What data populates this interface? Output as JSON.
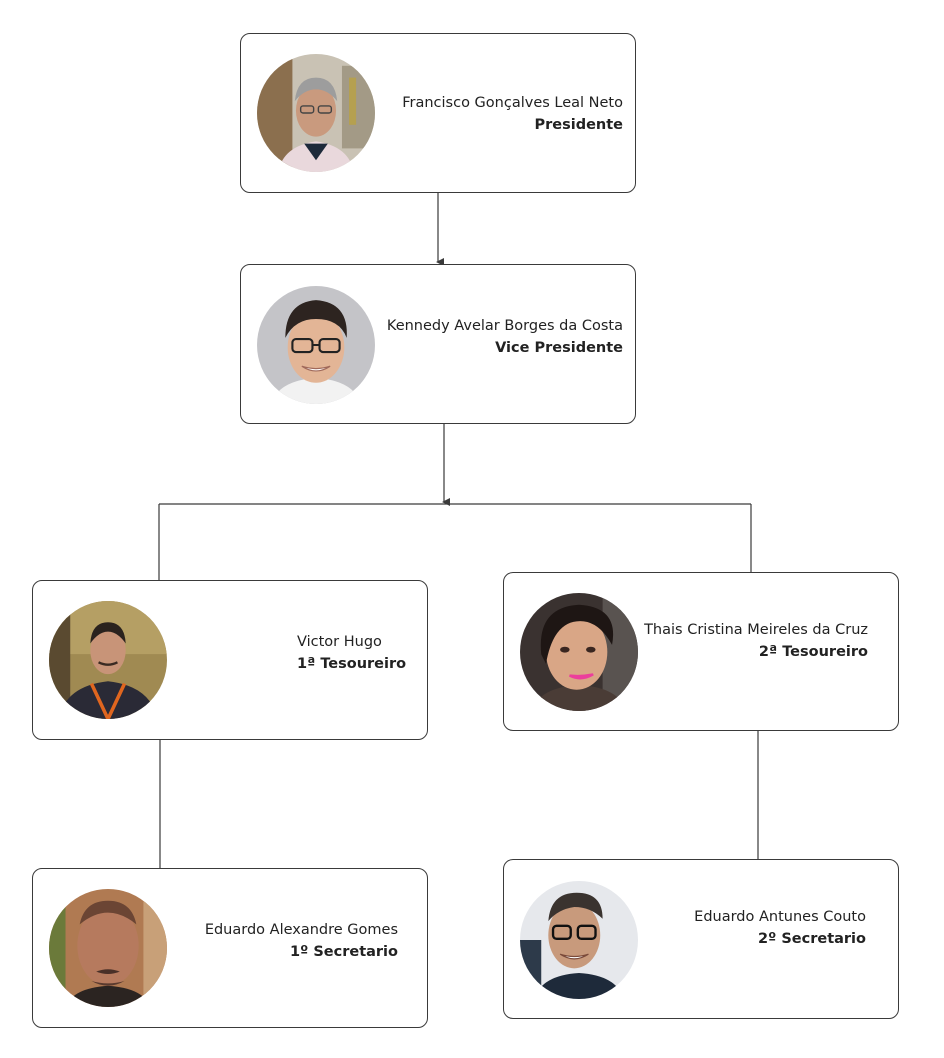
{
  "colors": {
    "border": "#3a3a3a",
    "connector": "#3a3a3a",
    "text": "#222222"
  },
  "members": [
    {
      "name": "Francisco Gonçalves Leal Neto",
      "role": "Presidente",
      "avatar": "photo-icon"
    },
    {
      "name": "Kennedy Avelar Borges da Costa",
      "role": "Vice Presidente",
      "avatar": "photo-icon"
    },
    {
      "name": "Victor Hugo",
      "role": "1ª Tesoureiro",
      "avatar": "photo-icon"
    },
    {
      "name": "Thais Cristina Meireles da Cruz",
      "role": "2ª Tesoureiro",
      "avatar": "photo-icon"
    },
    {
      "name": "Eduardo Alexandre Gomes",
      "role": "1º Secretario",
      "avatar": "photo-icon"
    },
    {
      "name": "Eduardo Antunes Couto",
      "role": "2º Secretario",
      "avatar": "photo-icon"
    }
  ]
}
